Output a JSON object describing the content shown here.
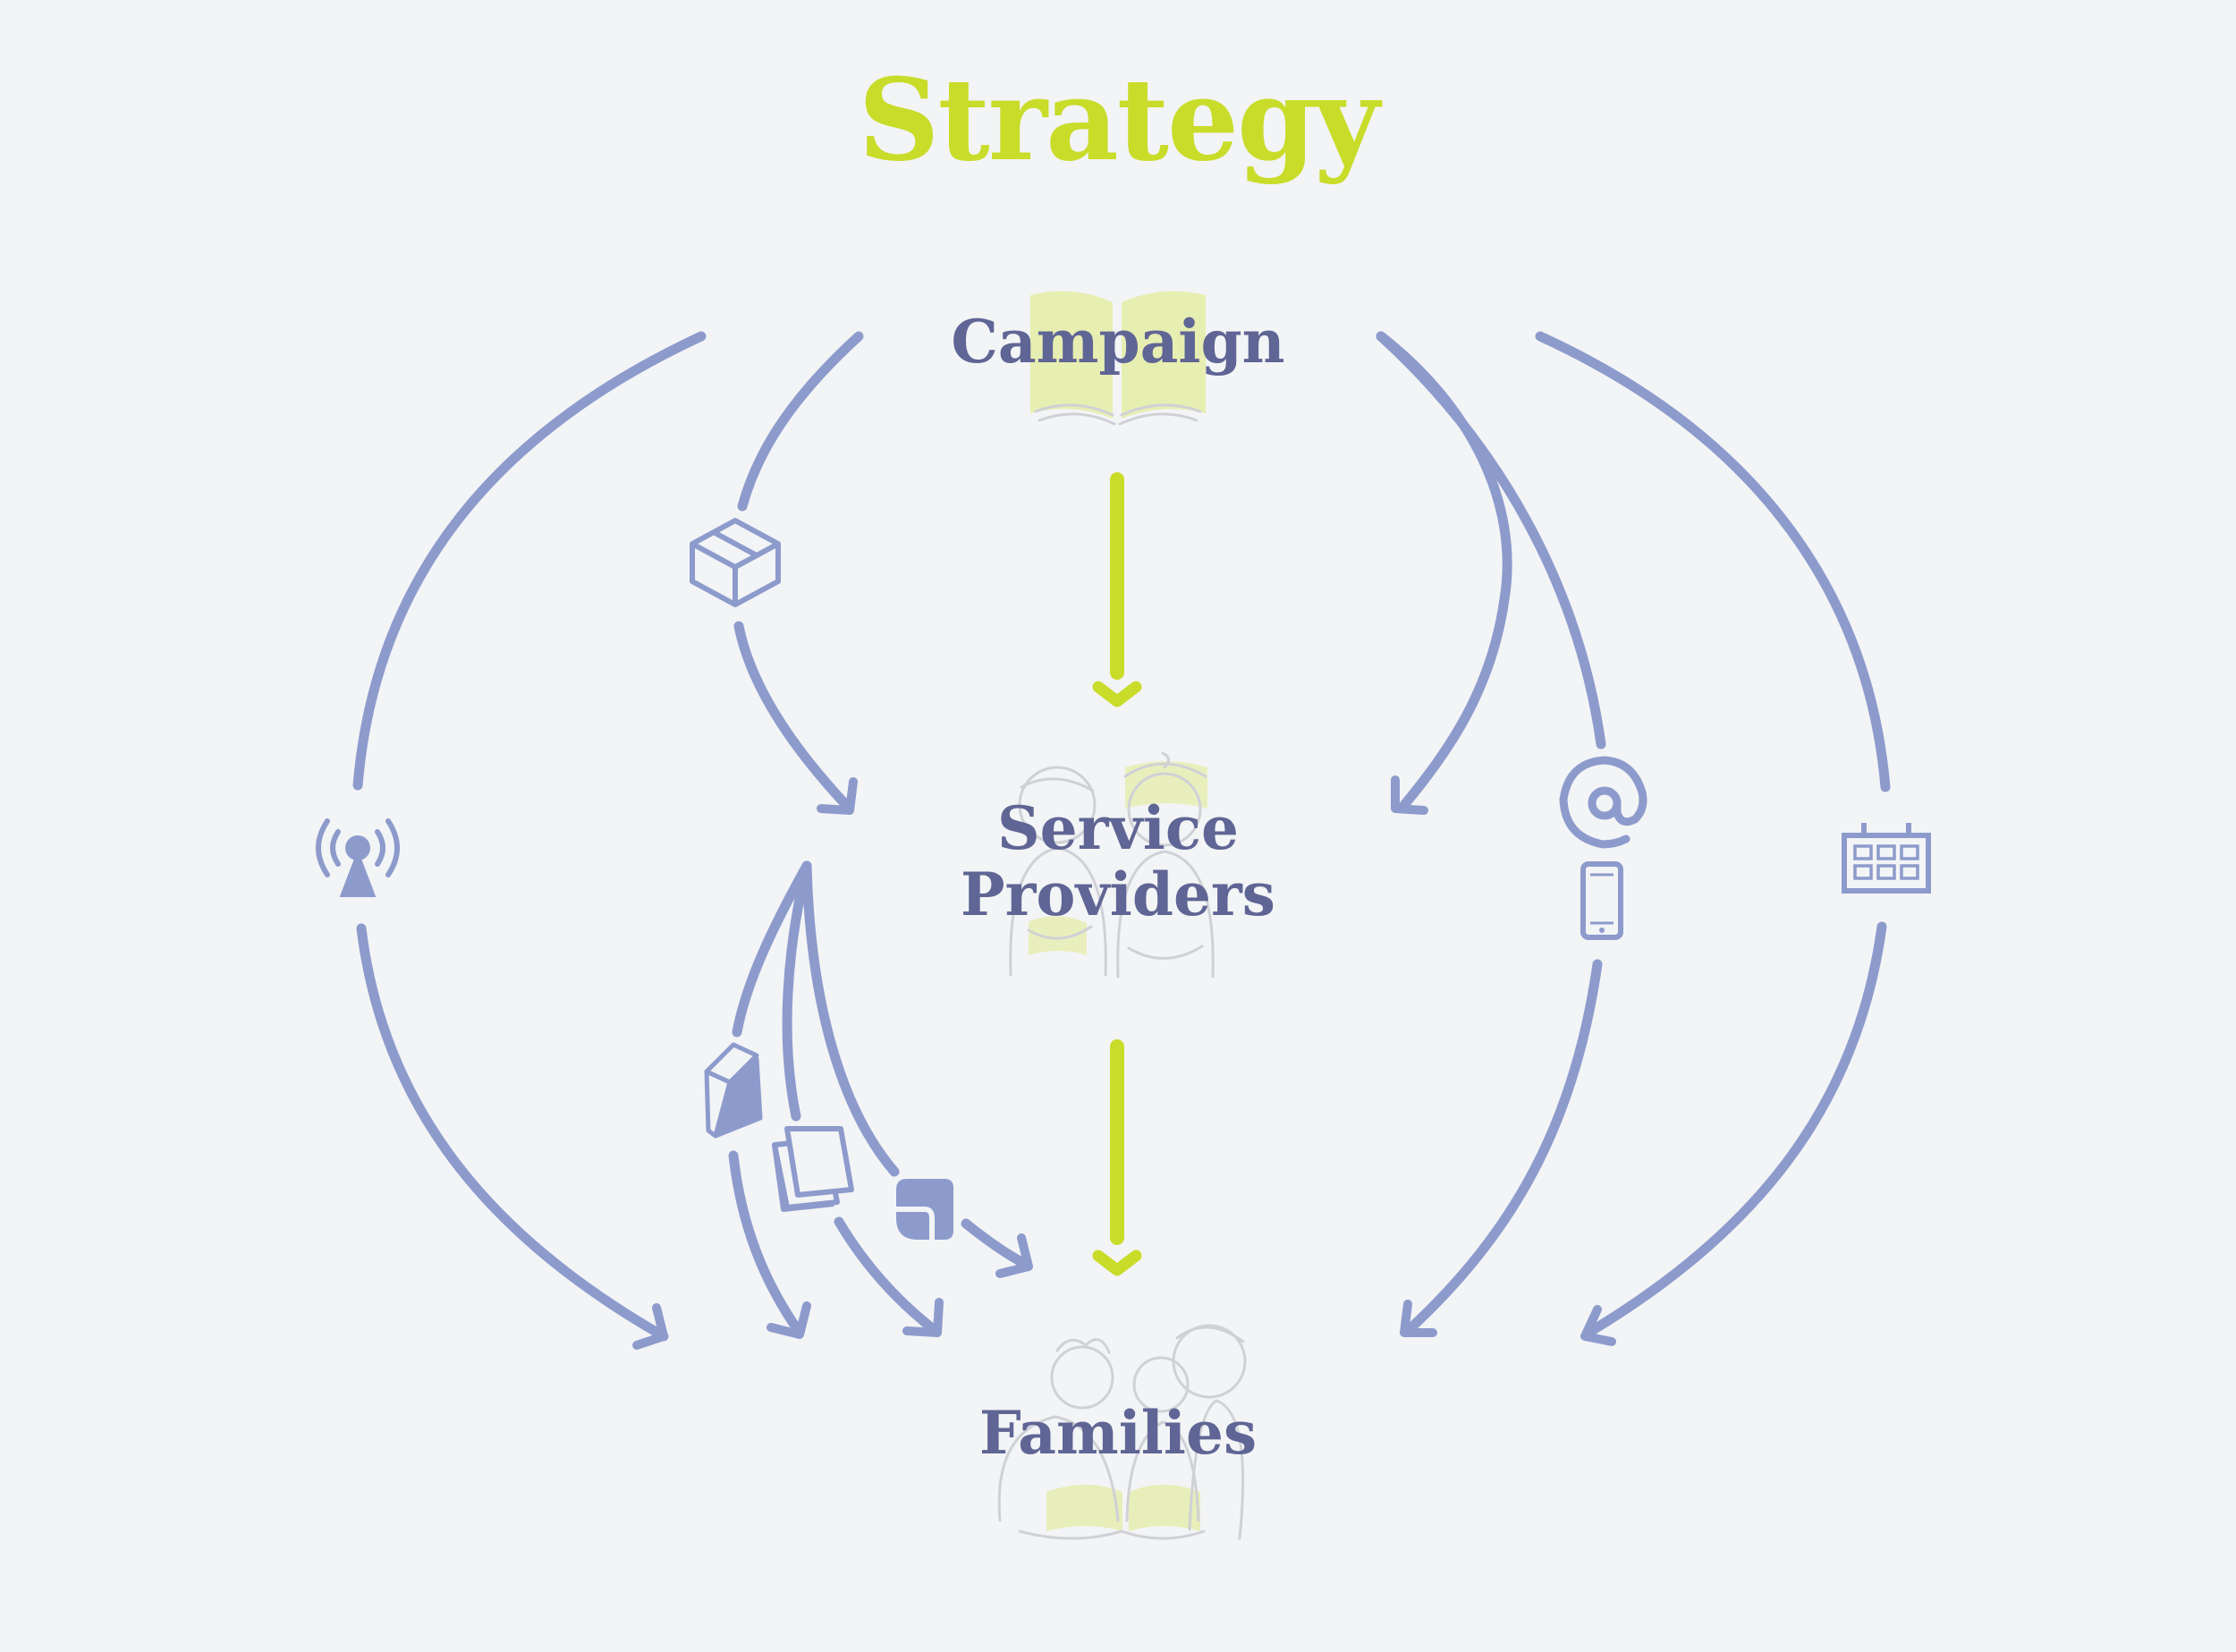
{
  "title": "Strategy",
  "nodes": {
    "campaign": "Campaign",
    "service_providers_line1": "Service",
    "service_providers_line2": "Providers",
    "families": "Families"
  },
  "channel_icons": [
    "box-icon",
    "broadcast-tower-icon",
    "book-icon",
    "flyer-icon",
    "sticker-icon",
    "at-sign-icon",
    "smartphone-icon",
    "calendar-icon"
  ],
  "illustrations": [
    "open-book-illustration",
    "service-providers-illustration",
    "families-illustration"
  ],
  "colors": {
    "background": "#f3f4f6",
    "title": "#c9dc2a",
    "node_text": "#5f6594",
    "flow_arrows": "#8d9bcc",
    "main_arrows": "#c9dc2a",
    "highlight": "#e4eca4"
  }
}
